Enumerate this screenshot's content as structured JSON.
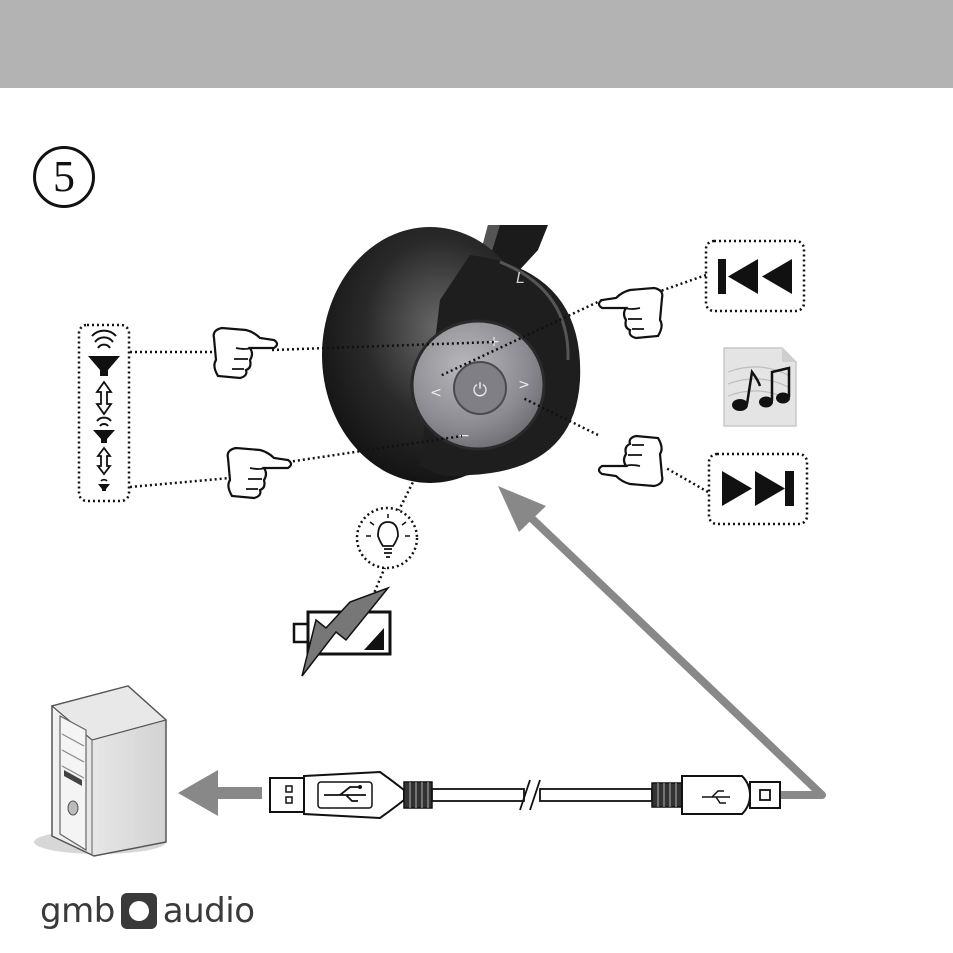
{
  "step": {
    "number": "5"
  },
  "headphone": {
    "cup_letter": "L",
    "button_plus": "+",
    "button_minus": "−",
    "button_prev": "<",
    "button_next": ">",
    "button_power": "⏻"
  },
  "volume_scale": {
    "levels": [
      "high",
      "medium",
      "low"
    ]
  },
  "controls": {
    "previous_track": "skip-back-icon",
    "next_track": "skip-forward-icon",
    "music": "music-notes-icon",
    "light": "light-bulb-icon",
    "battery": "battery-charging-icon"
  },
  "computer": "desktop-tower-icon",
  "cable": "usb-cable",
  "brand": {
    "left": "gmb",
    "right": "audio"
  },
  "colors": {
    "band": "#b3b3b3",
    "arrow": "#888888",
    "ink": "#111111"
  }
}
